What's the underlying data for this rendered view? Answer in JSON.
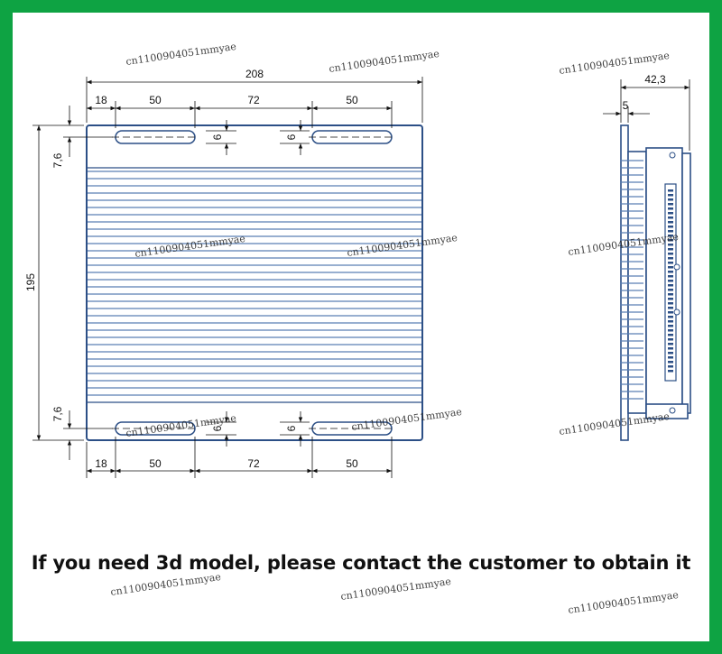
{
  "caption": "If you need 3d model, please contact the customer to obtain it",
  "watermark": "cn1100904051mmyae",
  "colors": {
    "frame": "#0ea343",
    "outline": "#2c4f86",
    "fins": "#5a7fb4",
    "dimension": "#111111",
    "page": "#ffffff"
  },
  "front_view": {
    "overall_width": "208",
    "overall_height": "195",
    "top_segments": [
      "18",
      "50",
      "72",
      "50"
    ],
    "bottom_segments": [
      "18",
      "50",
      "72",
      "50"
    ],
    "slot_height": "6",
    "edge_offset_top": "7,6",
    "edge_offset_bottom": "7,6"
  },
  "side_view": {
    "depth": "42,3",
    "flange": "5"
  }
}
